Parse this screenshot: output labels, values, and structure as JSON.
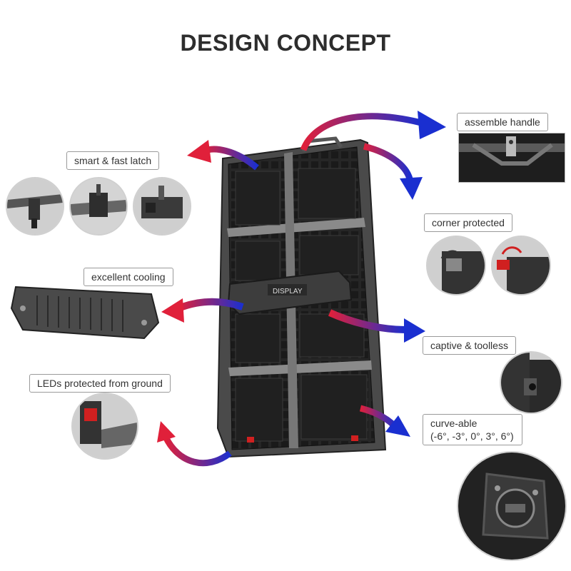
{
  "title": "DESIGN CONCEPT",
  "features": {
    "latch": "smart & fast latch",
    "handle": "assemble handle",
    "corner": "corner protected",
    "cooling": "excellent cooling",
    "captive": "captive & toolless",
    "leds": "LEDs protected from ground",
    "curve_line1": "curve-able",
    "curve_line2": "(-6°, -3°, 0°, 3°, 6°)"
  },
  "product": {
    "brand_mark": "DISPLAY"
  },
  "colors": {
    "arrow_red": "#e0203a",
    "arrow_blue": "#1a2fd0",
    "cabinet": "#2a2a2a"
  }
}
